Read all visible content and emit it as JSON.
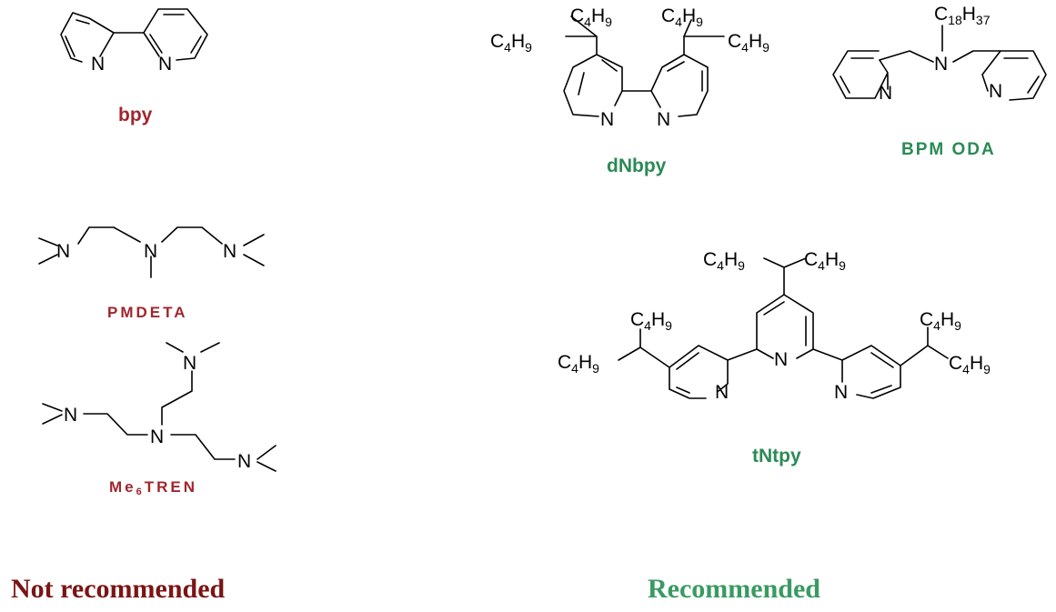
{
  "colors": {
    "bad": "#a1262d",
    "good": "#2b8a55",
    "footer_bad": "#7a1515",
    "footer_good": "#3a9a62"
  },
  "atoms": {
    "nitrogen": "N",
    "c4h9": [
      "C",
      "4",
      "H",
      "9"
    ],
    "c18h37": [
      "C",
      "18",
      "H",
      "37"
    ]
  },
  "ligands": {
    "bpy": "bpy",
    "pmdeta": "PMDETA",
    "me6tren": {
      "prefix": "Me",
      "sub": "6",
      "suffix": "TREN"
    },
    "dnbpy": "dNbpy",
    "bpmoda": "BPM ODA",
    "tntpy": "tNtpy"
  },
  "footer": {
    "not_recommended": "Not recommended",
    "recommended": "Recommended"
  }
}
